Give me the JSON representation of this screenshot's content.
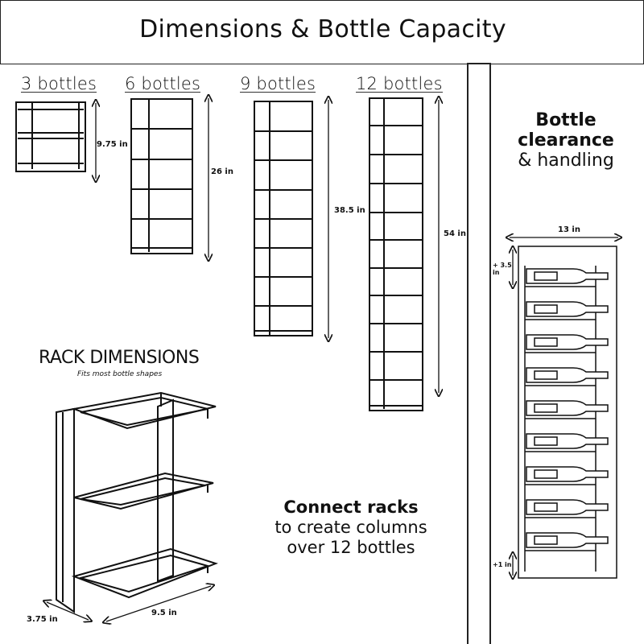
{
  "title": "Dimensions & Bottle Capacity",
  "racks": [
    {
      "label": "3 bottles",
      "height": "9.75 in"
    },
    {
      "label": "6 bottles",
      "height": "26 in"
    },
    {
      "label": "9 bottles",
      "height": "38.5 in"
    },
    {
      "label": "12 bottles",
      "height": "54 in"
    }
  ],
  "rack_dimensions": {
    "title": "RACK DIMENSIONS",
    "subtitle": "Fits most bottle shapes",
    "depth": "3.75 in",
    "width": "9.5 in"
  },
  "connect": {
    "line1": "Connect racks",
    "line2": "to create columns",
    "line3": "over 12 bottles"
  },
  "clearance": {
    "line1": "Bottle",
    "line2": "clearance",
    "line3": "& handling",
    "width": "13 in",
    "top": "+ 3.5 in",
    "bottom": "+1 in"
  }
}
